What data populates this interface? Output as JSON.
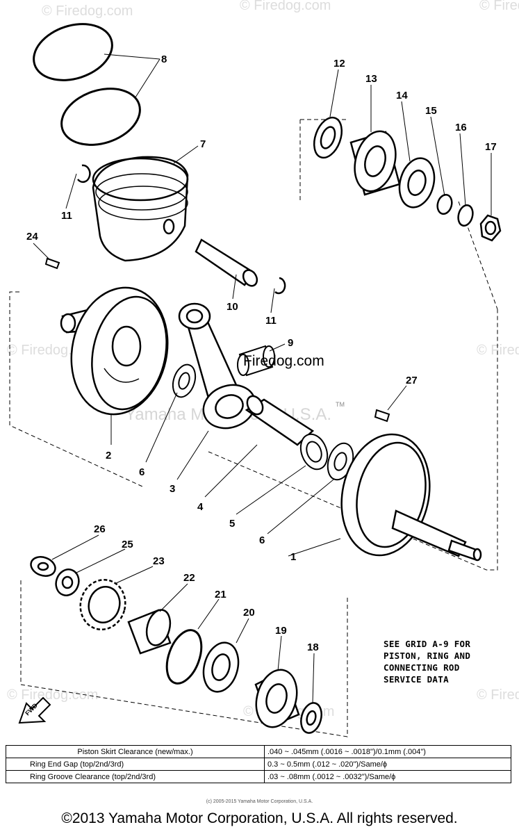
{
  "watermark": {
    "site": "© Firedog.com",
    "site_center": "Firedog.com",
    "corp": "Yamaha Motor Corp, U.S.A.",
    "tm": "TM"
  },
  "callouts": {
    "c1": "1",
    "c2": "2",
    "c3": "3",
    "c4": "4",
    "c5": "5",
    "c6a": "6",
    "c6b": "6",
    "c7": "7",
    "c8": "8",
    "c9": "9",
    "c10": "10",
    "c11a": "11",
    "c11b": "11",
    "c12": "12",
    "c13": "13",
    "c14": "14",
    "c15": "15",
    "c16": "16",
    "c17": "17",
    "c18": "18",
    "c19": "19",
    "c20": "20",
    "c21": "21",
    "c22": "22",
    "c23": "23",
    "c24": "24",
    "c25": "25",
    "c26": "26",
    "c27": "27"
  },
  "fwd_label": "FWD",
  "note_lines": [
    "SEE GRID A-9 FOR",
    "PISTON, RING AND",
    "CONNECTING ROD",
    "SERVICE DATA"
  ],
  "spec_table": {
    "rows": [
      {
        "param": "Piston Skirt Clearance (new/max.)",
        "value": ".040 ~ .045mm (.0016 ~ .0018\")/0.1mm (.004\")"
      },
      {
        "param": "Ring End Gap (top/2nd/3rd)",
        "value": "0.3 ~ 0.5mm (.012 ~ .020\")/Same/ϕ"
      },
      {
        "param": "Ring Groove Clearance (top/2nd/3rd)",
        "value": ".03 ~ .08mm (.0012 ~ .0032\")/Same/ϕ"
      }
    ]
  },
  "small_copyright": "(c) 2005-2015 Yamaha Motor Corporation, U.S.A.",
  "copyright": "©2013 Yamaha Motor Corporation, U.S.A. All rights reserved."
}
